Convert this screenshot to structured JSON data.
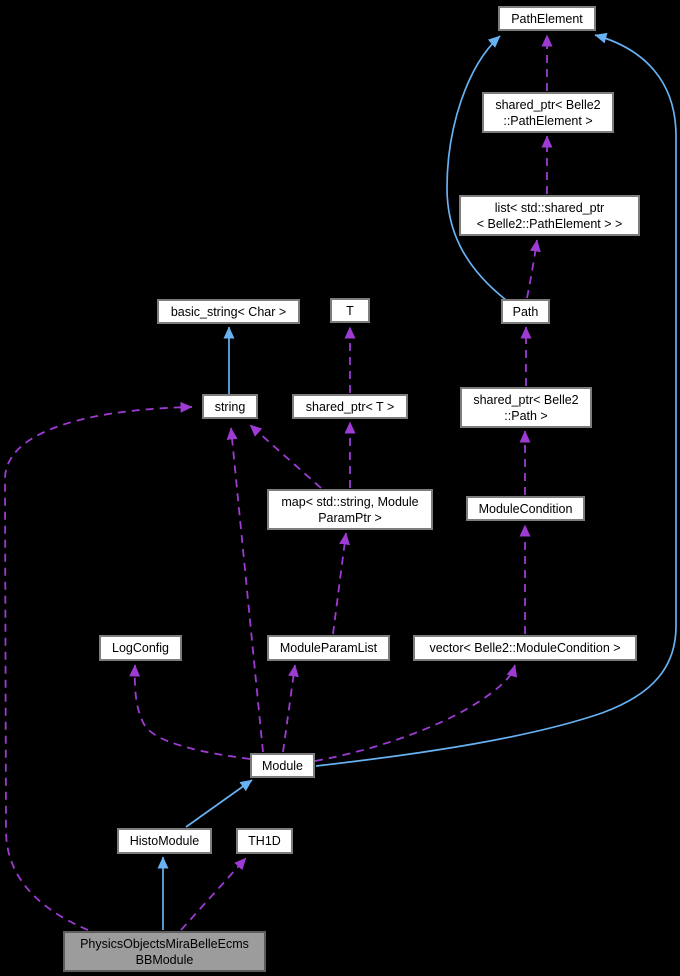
{
  "diagram": {
    "type": "collaboration-graph",
    "background_color": "#000000",
    "colors": {
      "inheritance_edge": "#68b1f2",
      "usage_edge": "#9d3bd3",
      "node_fill": "#ffffff",
      "node_border": "#7d7d7d",
      "highlight_node_fill": "#9c9c9c",
      "highlight_node_border": "#5c5c5c",
      "text": "#000000"
    },
    "nodes": [
      {
        "id": "PathElement",
        "label": "PathElement",
        "highlighted": false
      },
      {
        "id": "shared_ptr_Belle2_PathElement",
        "label": "shared_ptr< Belle2\n::PathElement >",
        "highlighted": false
      },
      {
        "id": "list_shared_ptr_Belle2_PathElement",
        "label": "list< std::shared_ptr\n< Belle2::PathElement > >",
        "highlighted": false
      },
      {
        "id": "Path",
        "label": "Path",
        "highlighted": false
      },
      {
        "id": "basic_string_Char",
        "label": "basic_string< Char >",
        "highlighted": false
      },
      {
        "id": "T",
        "label": "T",
        "highlighted": false
      },
      {
        "id": "string",
        "label": "string",
        "highlighted": false
      },
      {
        "id": "shared_ptr_T",
        "label": "shared_ptr< T >",
        "highlighted": false
      },
      {
        "id": "shared_ptr_Belle2_Path",
        "label": "shared_ptr< Belle2\n::Path >",
        "highlighted": false
      },
      {
        "id": "map_string_ModuleParamPtr",
        "label": "map< std::string, Module\nParamPtr >",
        "highlighted": false
      },
      {
        "id": "ModuleCondition",
        "label": "ModuleCondition",
        "highlighted": false
      },
      {
        "id": "LogConfig",
        "label": "LogConfig",
        "highlighted": false
      },
      {
        "id": "ModuleParamList",
        "label": "ModuleParamList",
        "highlighted": false
      },
      {
        "id": "vector_Belle2_ModuleCondition",
        "label": "vector< Belle2::ModuleCondition >",
        "highlighted": false
      },
      {
        "id": "Module",
        "label": "Module",
        "highlighted": false
      },
      {
        "id": "HistoModule",
        "label": "HistoModule",
        "highlighted": false
      },
      {
        "id": "TH1D",
        "label": "TH1D",
        "highlighted": false
      },
      {
        "id": "PhysicsObjectsMiraBelleEcmsBBModule",
        "label": "PhysicsObjectsMiraBelleEcms\nBBModule",
        "highlighted": true
      }
    ],
    "edges": [
      {
        "from": "string",
        "to": "basic_string_Char",
        "relation": "inheritance"
      },
      {
        "from": "Path",
        "to": "PathElement",
        "relation": "inheritance"
      },
      {
        "from": "Module",
        "to": "PathElement",
        "relation": "inheritance"
      },
      {
        "from": "HistoModule",
        "to": "Module",
        "relation": "inheritance"
      },
      {
        "from": "PhysicsObjectsMiraBelleEcmsBBModule",
        "to": "HistoModule",
        "relation": "inheritance"
      },
      {
        "from": "shared_ptr_Belle2_PathElement",
        "to": "PathElement",
        "relation": "usage"
      },
      {
        "from": "list_shared_ptr_Belle2_PathElement",
        "to": "shared_ptr_Belle2_PathElement",
        "relation": "usage"
      },
      {
        "from": "Path",
        "to": "list_shared_ptr_Belle2_PathElement",
        "relation": "usage"
      },
      {
        "from": "shared_ptr_Belle2_Path",
        "to": "Path",
        "relation": "usage"
      },
      {
        "from": "ModuleCondition",
        "to": "shared_ptr_Belle2_Path",
        "relation": "usage"
      },
      {
        "from": "vector_Belle2_ModuleCondition",
        "to": "ModuleCondition",
        "relation": "usage"
      },
      {
        "from": "shared_ptr_T",
        "to": "T",
        "relation": "usage"
      },
      {
        "from": "map_string_ModuleParamPtr",
        "to": "shared_ptr_T",
        "relation": "usage"
      },
      {
        "from": "map_string_ModuleParamPtr",
        "to": "string",
        "relation": "usage"
      },
      {
        "from": "ModuleParamList",
        "to": "map_string_ModuleParamPtr",
        "relation": "usage"
      },
      {
        "from": "Module",
        "to": "LogConfig",
        "relation": "usage"
      },
      {
        "from": "Module",
        "to": "string",
        "relation": "usage"
      },
      {
        "from": "Module",
        "to": "ModuleParamList",
        "relation": "usage"
      },
      {
        "from": "Module",
        "to": "vector_Belle2_ModuleCondition",
        "relation": "usage"
      },
      {
        "from": "PhysicsObjectsMiraBelleEcmsBBModule",
        "to": "TH1D",
        "relation": "usage"
      },
      {
        "from": "PhysicsObjectsMiraBelleEcmsBBModule",
        "to": "string",
        "relation": "usage"
      }
    ]
  }
}
